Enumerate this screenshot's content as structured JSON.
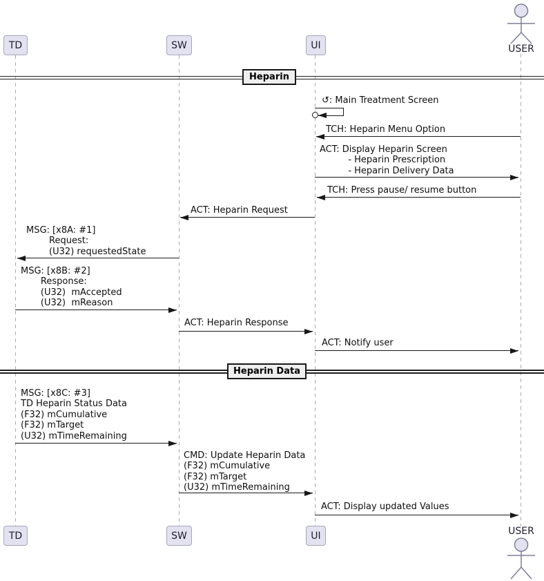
{
  "participants": {
    "top": [
      {
        "label": "TD"
      },
      {
        "label": "SW"
      },
      {
        "label": "UI"
      }
    ],
    "bottom": [
      {
        "label": "TD"
      },
      {
        "label": "SW"
      },
      {
        "label": "UI"
      }
    ],
    "actor_top": {
      "label": "USER"
    },
    "actor_bottom": {
      "label": "USER"
    }
  },
  "dividers": [
    {
      "label": "Heparin"
    },
    {
      "label": "Heparin Data"
    }
  ],
  "messages": [
    {
      "from": "UI",
      "to": "UI",
      "type": "self-found",
      "label": "↺: Main Treatment Screen"
    },
    {
      "from": "USER",
      "to": "UI",
      "label": "TCH: Heparin Menu Option"
    },
    {
      "from": "UI",
      "to": "USER",
      "label": "ACT: Display Heparin Screen\n          - Heparin Prescription\n          - Heparin Delivery Data"
    },
    {
      "from": "USER",
      "to": "UI",
      "label": "TCH: Press pause/ resume button"
    },
    {
      "from": "UI",
      "to": "SW",
      "label": "ACT: Heparin Request"
    },
    {
      "from": "SW",
      "to": "TD",
      "label": "MSG: [x8A: #1]\n        Request:\n        (U32) requestedState"
    },
    {
      "from": "TD",
      "to": "SW",
      "label": "MSG: [x8B: #2]\n       Response:\n       (U32)  mAccepted\n       (U32)  mReason"
    },
    {
      "from": "SW",
      "to": "UI",
      "label": "ACT: Heparin Response"
    },
    {
      "from": "UI",
      "to": "USER",
      "label": "ACT: Notify user"
    },
    {
      "from": "TD",
      "to": "SW",
      "label": "MSG: [x8C: #3]\nTD Heparin Status Data\n(F32) mCumulative\n(F32) mTarget\n(U32) mTimeRemaining"
    },
    {
      "from": "SW",
      "to": "UI",
      "label": "CMD: Update Heparin Data\n(F32) mCumulative\n(F32) mTarget\n(U32) mTimeRemaining"
    },
    {
      "from": "UI",
      "to": "USER",
      "label": "ACT: Display updated Values"
    }
  ],
  "colors": {
    "participant_fill": "#E2E2F0",
    "participant_border": "#A6A6C0",
    "divider_fill": "#EEEEEE",
    "divider_border": "#181818",
    "message_line": "#181818",
    "lifeline": "#A8A8A8",
    "actor_stroke": "#7D7D99",
    "background": "#FFFFFF"
  }
}
